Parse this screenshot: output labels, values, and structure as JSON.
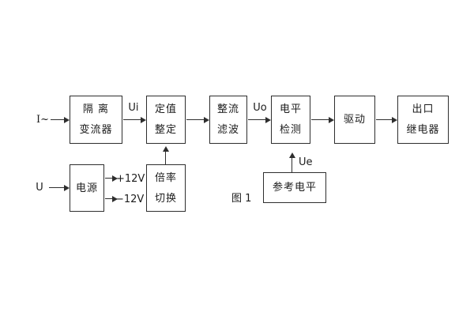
{
  "figure": {
    "caption": "图 1",
    "background_color": "#ffffff",
    "line_color": "#2e2e2e"
  },
  "inputs": {
    "current": "I~",
    "voltage": "U"
  },
  "signals": {
    "ui": "Ui",
    "uo": "Uo",
    "ue": "Ue",
    "plus12v": "+12V",
    "minus12v": "−12V"
  },
  "blocks": {
    "isolation": {
      "line1": "隔 离",
      "line2": "变流器"
    },
    "setting": {
      "line1": "定值",
      "line2": "整定"
    },
    "rectifier": {
      "line1": "整流",
      "line2": "滤波"
    },
    "level": {
      "line1": "电平",
      "line2": "检测"
    },
    "drive": {
      "line1": "驱动"
    },
    "output_relay": {
      "line1": "出口",
      "line2": "继电器"
    },
    "power": {
      "line1": "电源"
    },
    "ratio": {
      "line1": "倍率",
      "line2": "切换"
    },
    "reference": {
      "line1": "参考电平"
    }
  }
}
